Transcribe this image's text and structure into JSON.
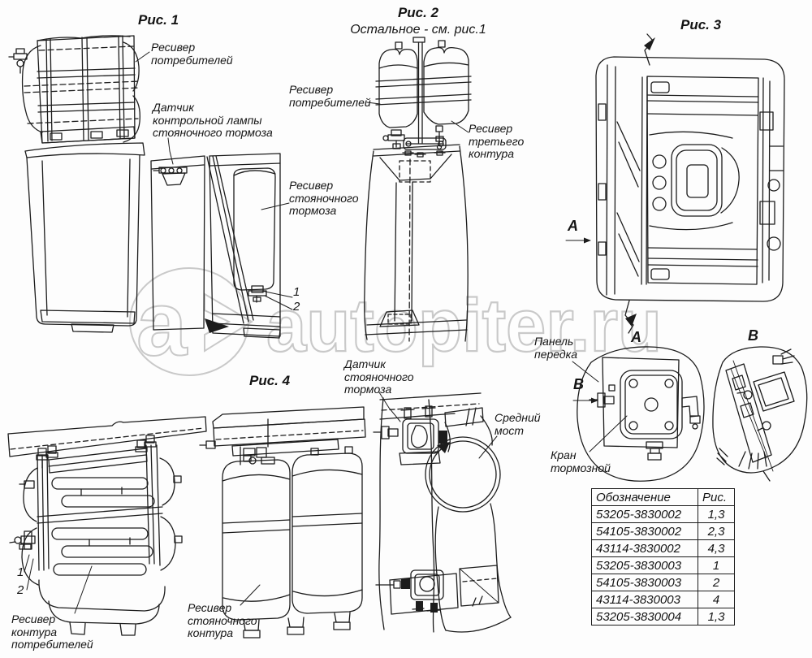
{
  "figures": {
    "fig1": {
      "caption": "Рис. 1"
    },
    "fig2": {
      "caption": "Рис. 2",
      "note": "Остальное - см. рис.1"
    },
    "fig3": {
      "caption": "Рис. 3"
    },
    "fig4": {
      "caption": "Рис. 4"
    }
  },
  "labels": {
    "receiver_consumers_fig1": "Ресивер\nпотребителей",
    "sensor_lamp": "Датчик\nконтрольной лампы\nстояночного тормоза",
    "receiver_parking_brake": "Ресивер\nстояночного\nтормоза",
    "item1_fig1": "1",
    "item2_fig1": "2",
    "receiver_consumers_fig2": "Ресивер\nпотребителей",
    "receiver_third_circuit": "Ресивер\nтретьего\nконтура",
    "view_a": "А",
    "detail_a": "А",
    "detail_b": "В",
    "view_b": "В",
    "panel_front": "Панель\nпередка",
    "brake_valve": "Кран\nтормозной",
    "sensor_parking": "Датчик\nстояночного\nтормоза",
    "middle_axle": "Средний\nмост",
    "item1_fig4": "1",
    "item2_fig4": "2",
    "receiver_circuit_consumers": "Ресивер\nконтура\nпотребителей",
    "receiver_parking_circuit": "Ресивер\nстояночного\nконтура"
  },
  "watermark": {
    "logo_letter": "a",
    "text": "autopiter.ru",
    "color": "#c8c8c8"
  },
  "table": {
    "headers": [
      "Обозначение",
      "Рис."
    ],
    "rows": [
      {
        "code": "53205-3830002",
        "fig": "1,3"
      },
      {
        "code": "54105-3830002",
        "fig": "2,3"
      },
      {
        "code": "43114-3830002",
        "fig": "4,3"
      },
      {
        "code": "53205-3830003",
        "fig": "1"
      },
      {
        "code": "54105-3830003",
        "fig": "2"
      },
      {
        "code": "43114-3830003",
        "fig": "4"
      },
      {
        "code": "53205-3830004",
        "fig": "1,3"
      }
    ]
  },
  "colors": {
    "line": "#1c1c1c",
    "background": "#fdfdfd",
    "watermark": "#c8c8c8"
  }
}
